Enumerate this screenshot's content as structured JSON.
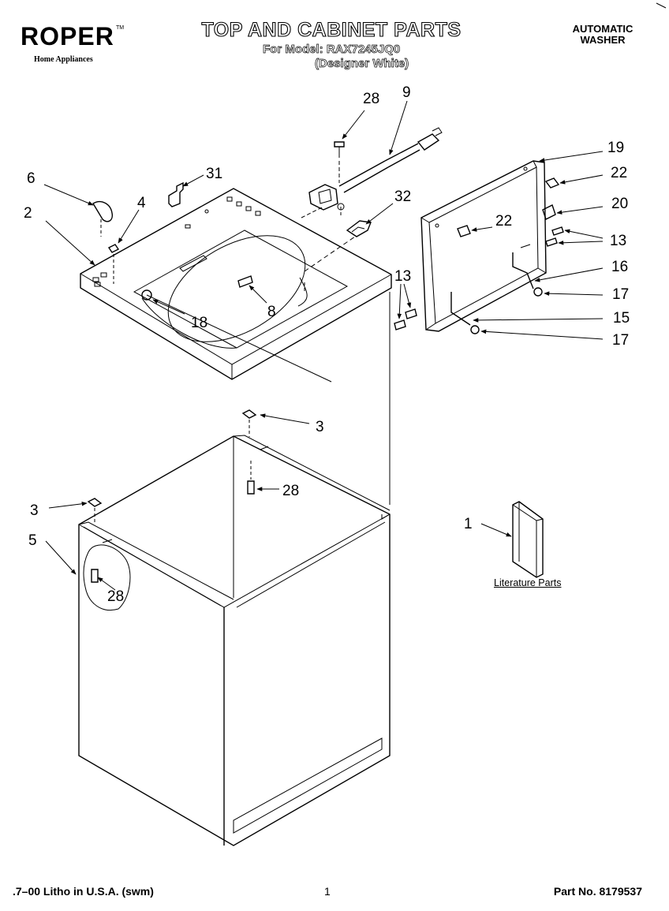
{
  "header": {
    "brand": "ROPER",
    "brand_tm": "TM",
    "brand_sub": "Home Appliances",
    "title": "TOP AND CABINET PARTS",
    "model_line": "For Model: RAX7245JQ0",
    "variant_line": "(Designer White)",
    "category_line1": "AUTOMATIC",
    "category_line2": "WASHER"
  },
  "diagram": {
    "callouts": [
      "28",
      "9",
      "6",
      "31",
      "4",
      "2",
      "32",
      "19",
      "22",
      "20",
      "22",
      "13",
      "16",
      "13",
      "17",
      "15",
      "17",
      "8",
      "18",
      "3",
      "28",
      "3",
      "5",
      "28",
      "1"
    ],
    "literature_label": "Literature Parts"
  },
  "footer": {
    "left": ".7–00 Litho in U.S.A. (swm)",
    "page": "1",
    "part_no": "Part No. 8179537"
  }
}
